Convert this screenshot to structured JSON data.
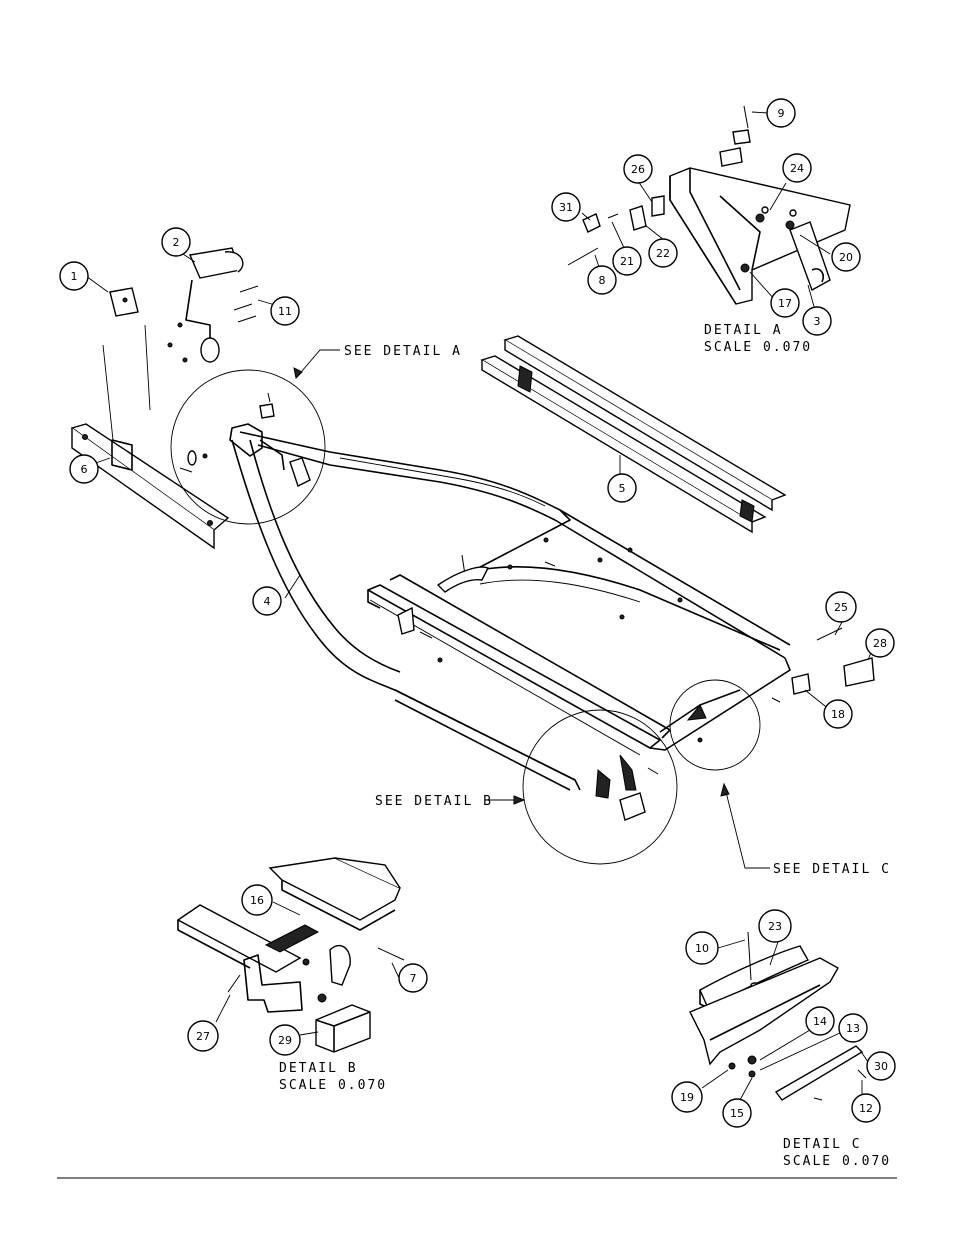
{
  "callouts": [
    "1",
    "2",
    "3",
    "4",
    "5",
    "6",
    "7",
    "8",
    "9",
    "10",
    "11",
    "12",
    "13",
    "14",
    "15",
    "16",
    "17",
    "18",
    "19",
    "20",
    "21",
    "22",
    "23",
    "24",
    "25",
    "26",
    "27",
    "28",
    "29",
    "30",
    "31"
  ],
  "detail_a": {
    "title": "DETAIL  A",
    "scale": "SCALE  0.070",
    "ref": "SEE DETAIL  A"
  },
  "detail_b": {
    "title": "DETAIL  B",
    "scale": "SCALE  0.070",
    "ref": "SEE DETAIL  B"
  },
  "detail_c": {
    "title": "DETAIL  C",
    "scale": "SCALE  0.070",
    "ref": "SEE DETAIL  C"
  }
}
